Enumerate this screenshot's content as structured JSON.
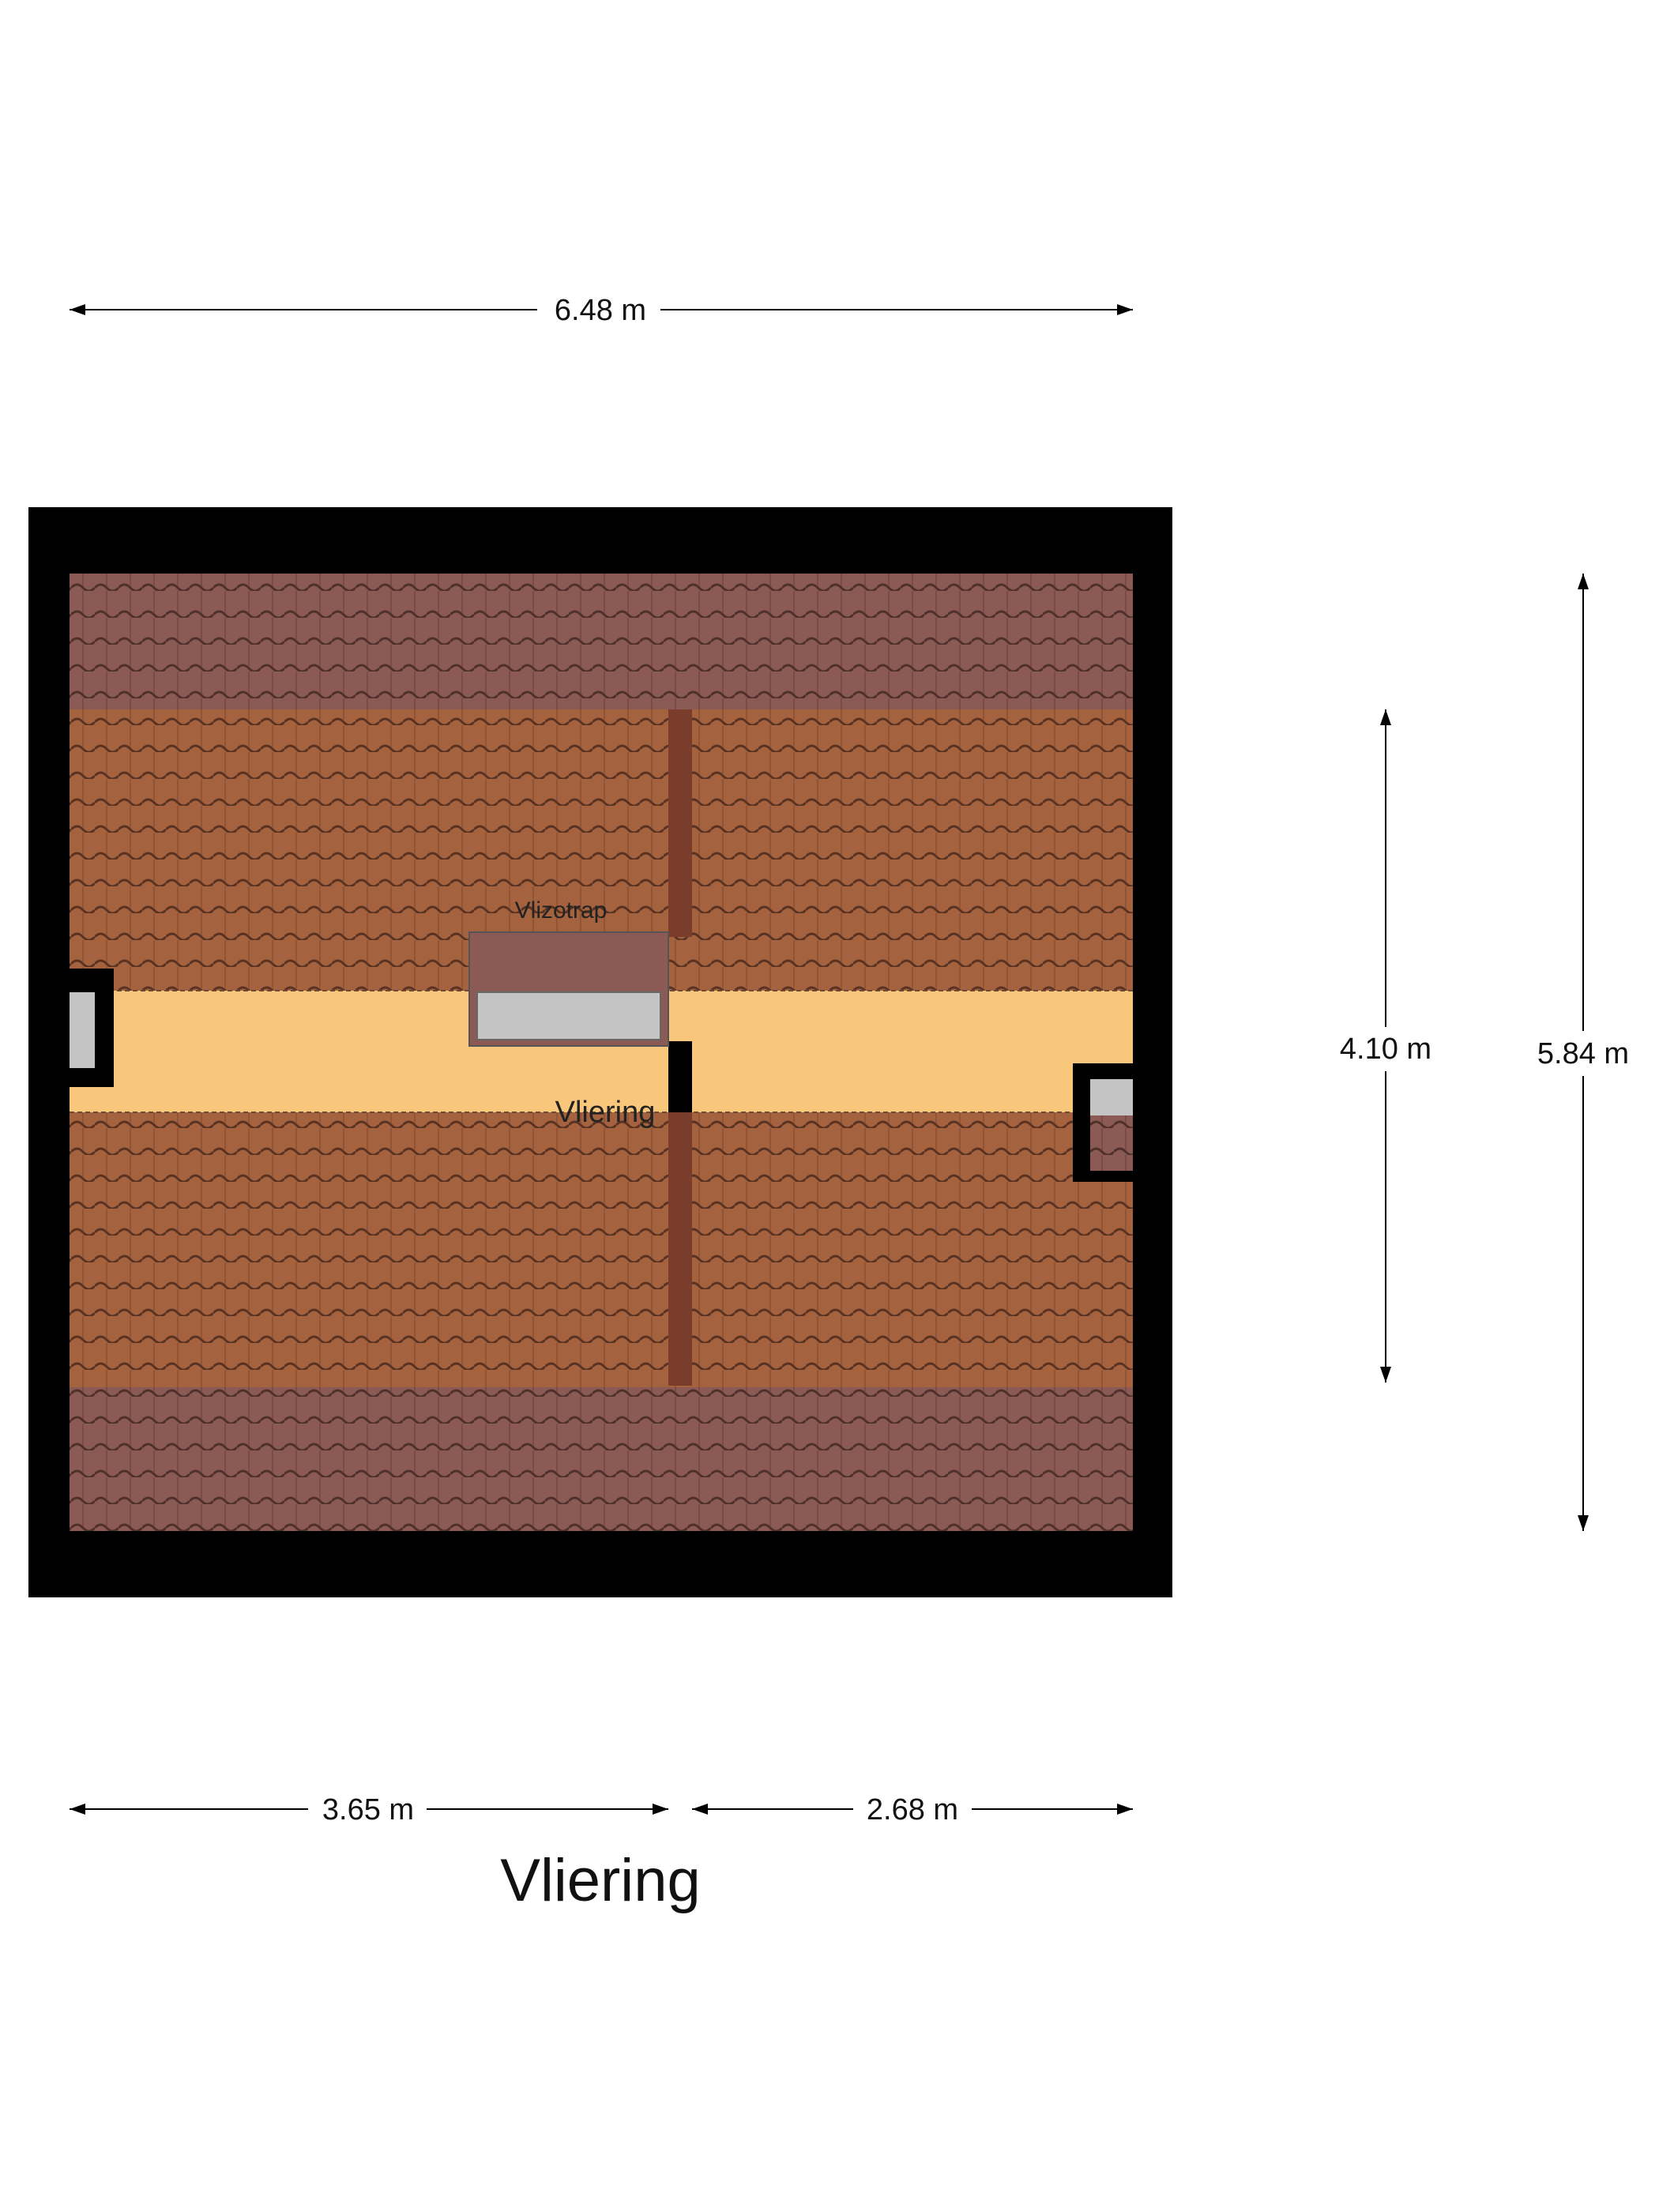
{
  "floor": {
    "title": "Vliering",
    "rooms": [
      {
        "label": "Vliering"
      },
      {
        "label": "Vlizotrap"
      }
    ]
  },
  "dimensions": {
    "top_width": "6.48 m",
    "bottom_left": "3.65 m",
    "bottom_right": "2.68 m",
    "inner_height": "4.10 m",
    "outer_height": "5.84 m"
  },
  "colors": {
    "wall": "#000000",
    "roof_tiles": "#a5623f",
    "roof_ridge": "#8b5a55",
    "floor": "#f9c77b",
    "hatch": "#c4c4c4"
  }
}
